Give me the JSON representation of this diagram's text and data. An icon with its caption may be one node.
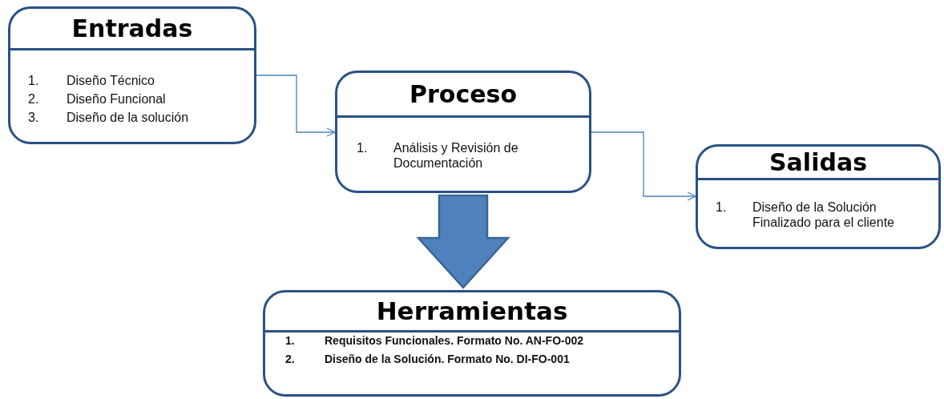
{
  "diagram": {
    "nodes": [
      {
        "text": [
          "Entradas",
          "1. Diseño Técnico",
          "2. Diseño Funcional",
          "3. Diseño de la solución"
        ]
      },
      {
        "text": [
          "Proceso",
          "1. Análisis y Revisión de Documentación"
        ]
      },
      {
        "text": [
          "Salidas",
          "1. Diseño de la Solución Finalizado para el cliente"
        ]
      },
      {
        "text": [
          "Herramientas",
          "1. Requisitos Funcionales. Formato No. AN-FO-002",
          "2. Diseño de la Solución. Formato No. DI-FO-001"
        ]
      }
    ],
    "edges": [
      {
        "from": 0,
        "to": 1,
        "arrow": "to"
      },
      {
        "from": 1,
        "to": 2,
        "arrow": "to"
      },
      {
        "from": 1,
        "to": 3,
        "arrow": "to",
        "style": "thick"
      }
    ]
  }
}
